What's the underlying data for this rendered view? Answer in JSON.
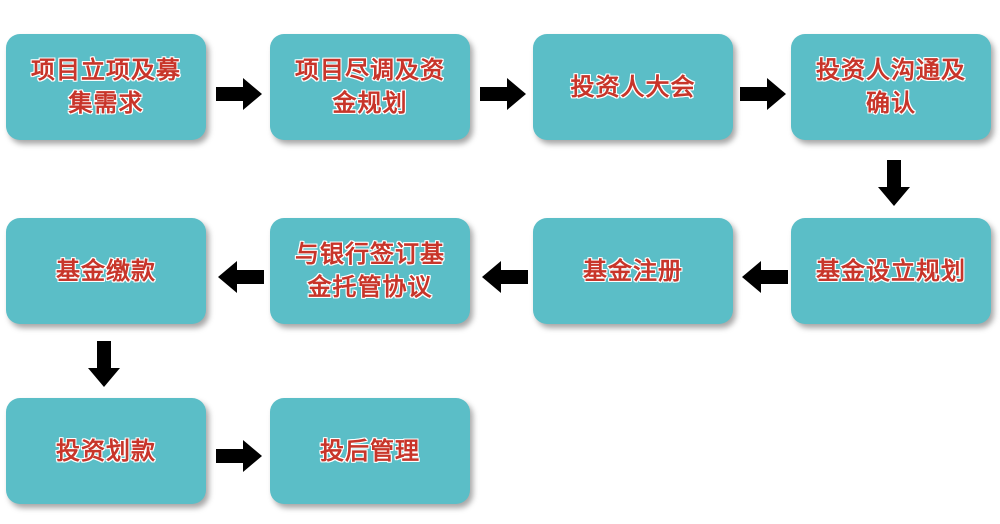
{
  "diagram": {
    "colors": {
      "box": "#5bbec7",
      "text": "#c8352a",
      "arrow": "#000000"
    },
    "steps": [
      {
        "label": "项目立项及募集需求"
      },
      {
        "label": "项目尽调及资金规划"
      },
      {
        "label": "投资人大会"
      },
      {
        "label": "投资人沟通及确认"
      },
      {
        "label": "基金设立规划"
      },
      {
        "label": "基金注册"
      },
      {
        "label": "与银行签订基金托管协议"
      },
      {
        "label": "基金缴款"
      },
      {
        "label": "投资划款"
      },
      {
        "label": "投后管理"
      }
    ]
  }
}
